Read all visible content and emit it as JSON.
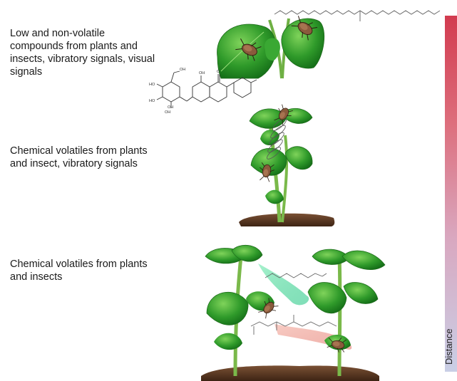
{
  "panels": [
    {
      "text": "Low and non-volatile compounds from plants and insects, vibratory signals, visual signals"
    },
    {
      "text": "Chemical volatiles from plants and insect, vibratory signals"
    },
    {
      "text": "Chemical volatiles from plants and insects"
    }
  ],
  "axis": {
    "label": "Distance"
  },
  "chem_labels": {
    "oh_a": "OH",
    "oh_b": "OH",
    "ho_a": "HO",
    "ho_b": "HO",
    "oh_c": "OH",
    "oh_d": "OH",
    "o_ring": "O"
  },
  "colors": {
    "gradient_top": "#d23b4f",
    "gradient_bottom": "#c9cfe6",
    "leaf": "#2f9a2a",
    "stem": "#7ab94a",
    "soil": "#5a3a24"
  }
}
